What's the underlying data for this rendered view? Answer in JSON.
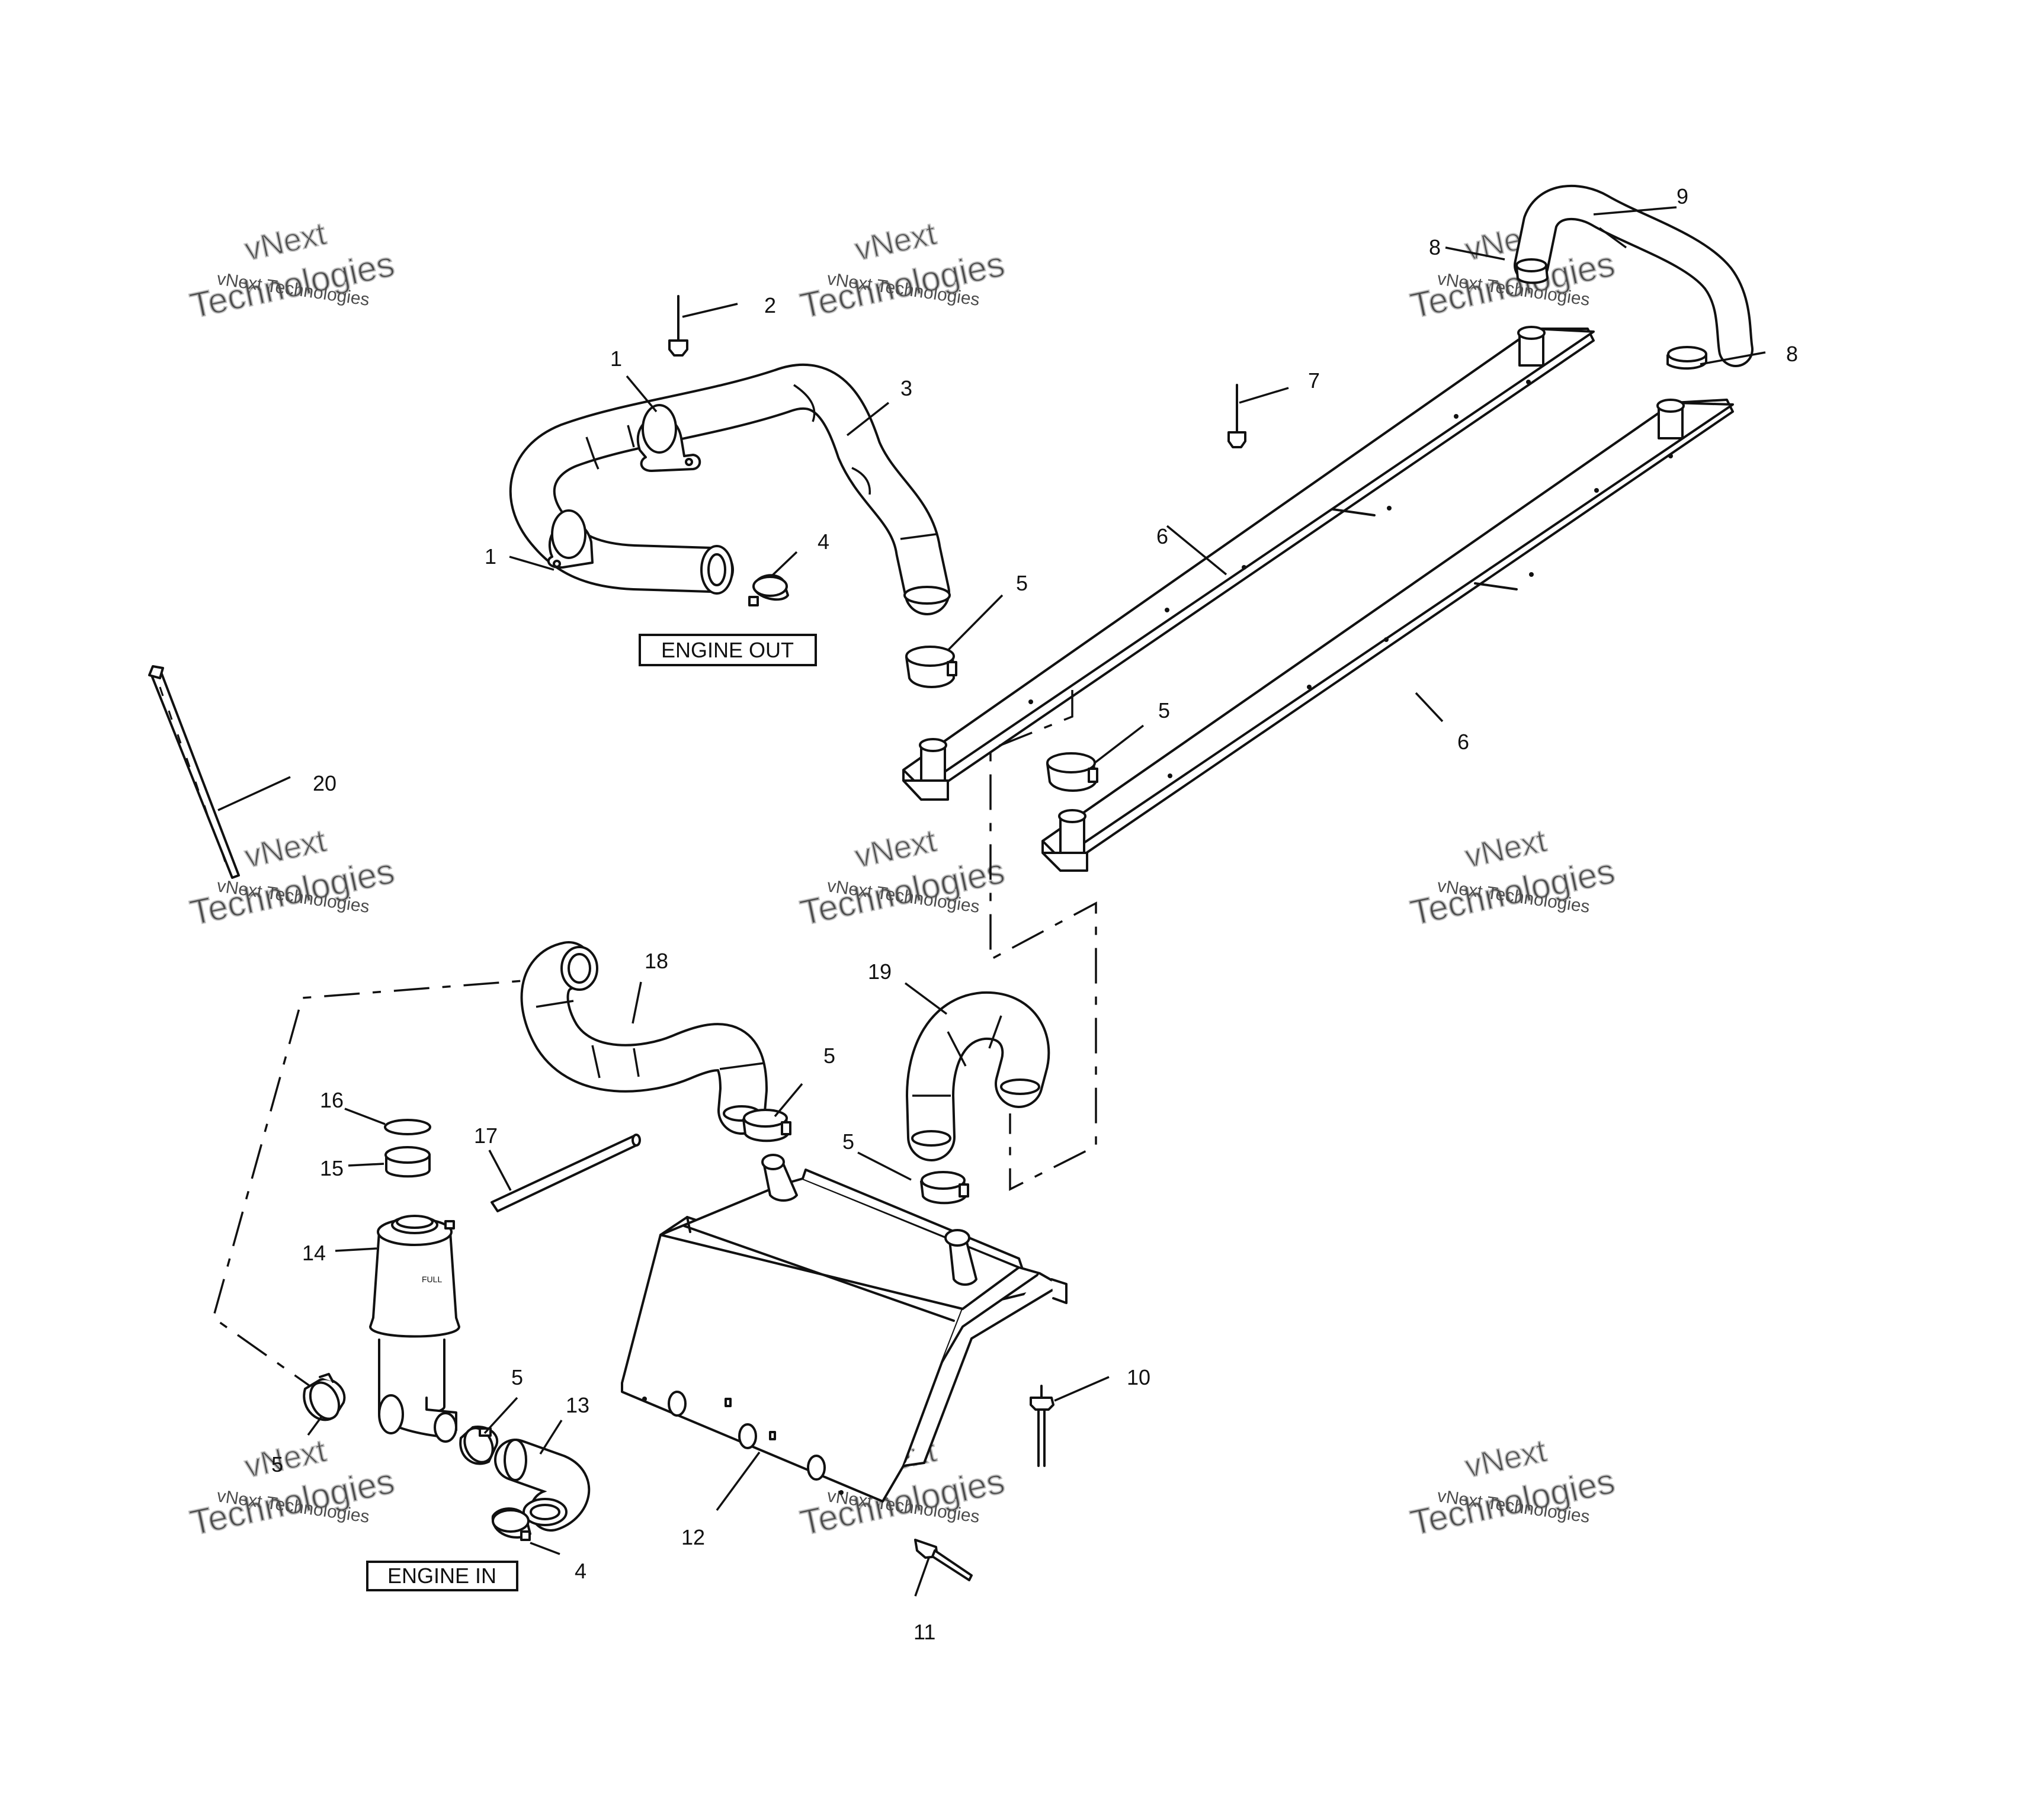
{
  "watermark": {
    "line1": "vNext",
    "line2": "vNext Technologies",
    "line3": "Technologies"
  },
  "labels": {
    "engine_out": "ENGINE OUT",
    "engine_in": "ENGINE IN",
    "reservoir_text": "FULL"
  },
  "callouts": {
    "c1a": "1",
    "c1b": "1",
    "c2": "2",
    "c3": "3",
    "c4a": "4",
    "c4b": "4",
    "c5a": "5",
    "c5b": "5",
    "c5c": "5",
    "c5d": "5",
    "c5e": "5",
    "c5f": "5",
    "c6a": "6",
    "c6b": "6",
    "c7": "7",
    "c8a": "8",
    "c8b": "8",
    "c9": "9",
    "c10": "10",
    "c11": "11",
    "c12": "12",
    "c13": "13",
    "c14": "14",
    "c15": "15",
    "c16": "16",
    "c17": "17",
    "c18": "18",
    "c19": "19",
    "c20": "20"
  }
}
